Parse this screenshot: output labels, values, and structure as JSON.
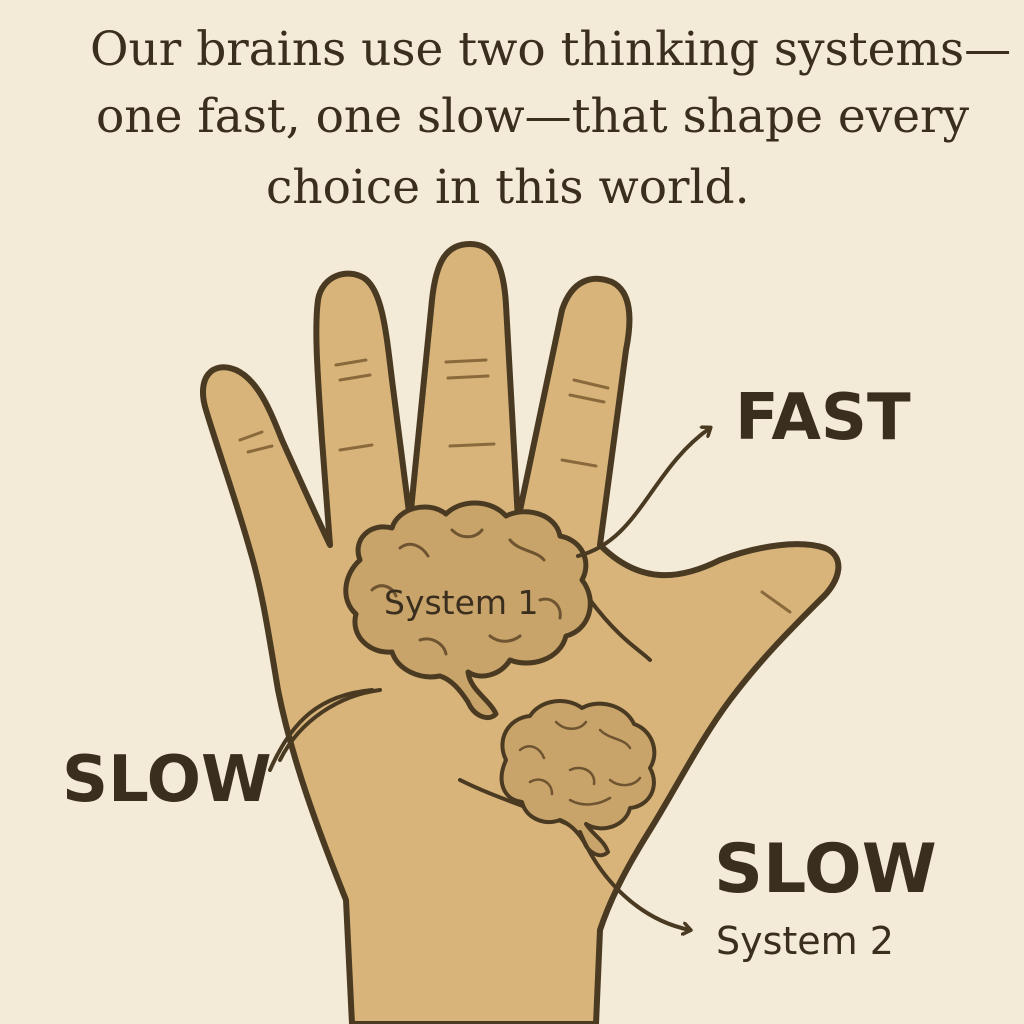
{
  "caption": {
    "line1": "Our brains use two thinking systems—",
    "line2": "one fast, one slow—that shape every",
    "line3": "choice in this world."
  },
  "labels": {
    "fast": "FAST",
    "slow_left": "SLOW",
    "slow_right": "SLOW",
    "system1": "System 1",
    "system2": "System 2"
  },
  "colors": {
    "background": "#f4ead8",
    "skin": "#d8b47a",
    "outline": "#4a3a22",
    "brain": "#c9a46a",
    "text": "#3a2e1e"
  }
}
